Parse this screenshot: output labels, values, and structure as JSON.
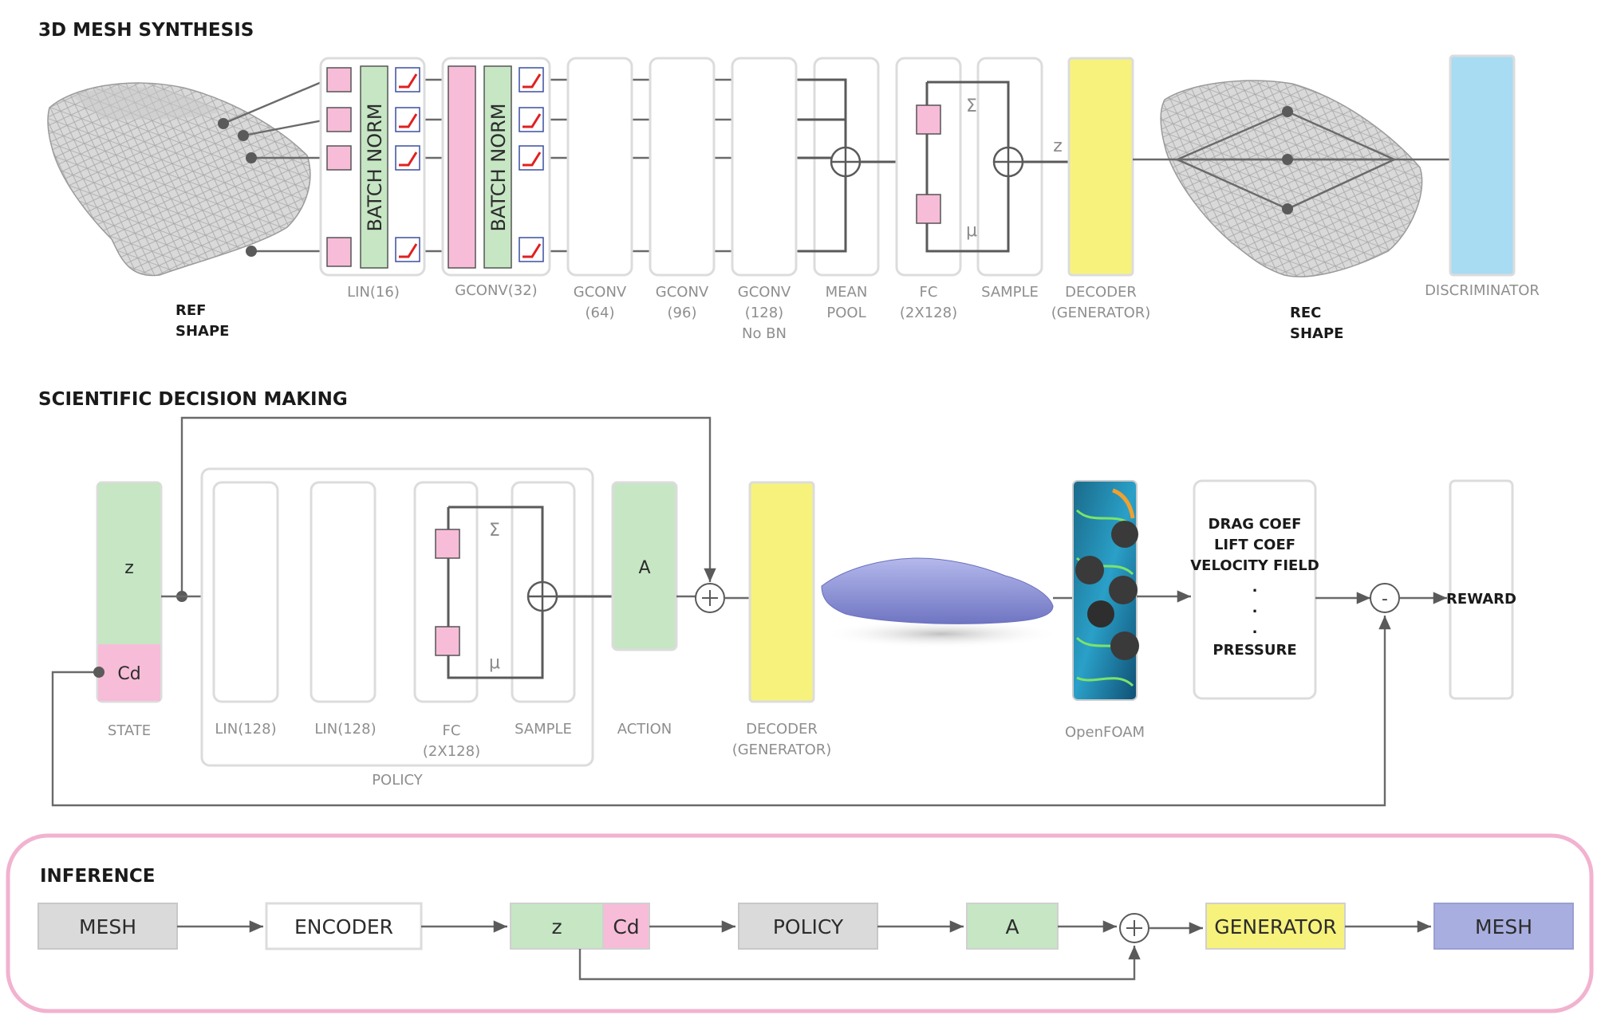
{
  "sections": {
    "synthesis": "3D MESH SYNTHESIS",
    "decision": "SCIENTIFIC DECISION MAKING",
    "inference": "INFERENCE"
  },
  "synthesis": {
    "ref_shape": [
      "REF",
      "SHAPE"
    ],
    "rec_shape": [
      "REC",
      "SHAPE"
    ],
    "batch_norm": "BATCH NORM",
    "lin16": "LIN(16)",
    "gconv32": "GCONV(32)",
    "gconv64": [
      "GCONV",
      "(64)"
    ],
    "gconv96": [
      "GCONV",
      "(96)"
    ],
    "gconv128": [
      "GCONV",
      "(128)",
      "No BN"
    ],
    "mean_pool": [
      "MEAN",
      "POOL"
    ],
    "fc": [
      "FC",
      "(2X128)"
    ],
    "sample": "SAMPLE",
    "decoder": [
      "DECODER",
      "(GENERATOR)"
    ],
    "discriminator": "DISCRIMINATOR",
    "sigma": "Σ",
    "mu": "μ",
    "z": "z"
  },
  "decision": {
    "z": "z",
    "cd": "Cd",
    "state": "STATE",
    "lin1": "LIN(128)",
    "lin2": "LIN(128)",
    "fc": [
      "FC",
      "(2X128)"
    ],
    "sample": "SAMPLE",
    "policy": "POLICY",
    "a": "A",
    "action": "ACTION",
    "decoder": [
      "DECODER",
      "(GENERATOR)"
    ],
    "openfoam": "OpenFOAM",
    "outputs": [
      "DRAG COEF",
      "LIFT COEF",
      "VELOCITY FIELD",
      ".",
      ".",
      ".",
      "PRESSURE"
    ],
    "minus": "-",
    "reward": "REWARD",
    "sigma": "Σ",
    "mu": "μ"
  },
  "inference": {
    "mesh_in": "MESH",
    "encoder": "ENCODER",
    "z": "z",
    "cd": "Cd",
    "policy": "POLICY",
    "a": "A",
    "generator": "GENERATOR",
    "mesh_out": "MESH"
  },
  "colors": {
    "pink": "#f7bcd8",
    "green": "#c6e6c4",
    "yellow": "#f7f27c",
    "blue": "#a7dcf3",
    "gray": "#dadada",
    "purple": "#a9aee0",
    "frame": "#f2b2d0"
  }
}
